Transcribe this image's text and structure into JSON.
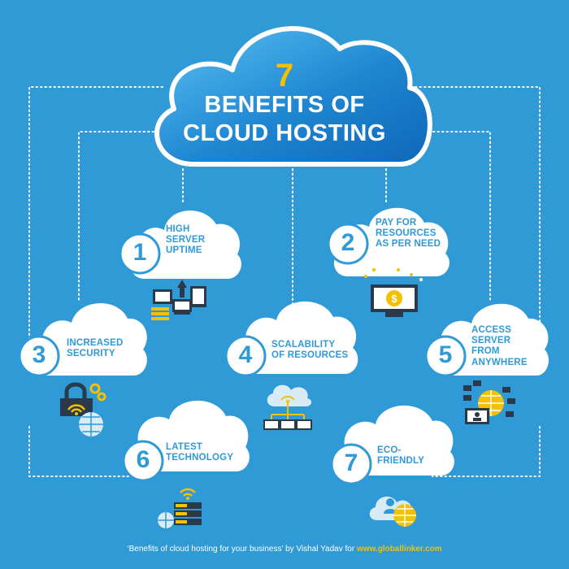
{
  "header": {
    "number": "7",
    "line1": "BENEFITS OF",
    "line2": "CLOUD HOSTING"
  },
  "benefits": [
    {
      "num": "1",
      "label": "HIGH\nSERVER\nUPTIME"
    },
    {
      "num": "2",
      "label": "PAY FOR\nRESOURCES\nAS PER NEED"
    },
    {
      "num": "3",
      "label": "INCREASED\nSECURITY"
    },
    {
      "num": "4",
      "label": "SCALABILITY\nOF RESOURCES"
    },
    {
      "num": "5",
      "label": "ACCESS\nSERVER\nFROM\nANYWHERE"
    },
    {
      "num": "6",
      "label": "LATEST\nTECHNOLOGY"
    },
    {
      "num": "7",
      "label": "ECO-\nFRIENDLY"
    }
  ],
  "icons": [
    "servers-devices-icon",
    "dollar-monitor-icon",
    "padlock-wifi-icon",
    "cloud-network-icon",
    "global-access-icon",
    "server-rack-wifi-icon",
    "eco-cloud-icon"
  ],
  "colors": {
    "background": "#2f9ad6",
    "cloud": "#ffffff",
    "number_circle": "#2f9ad6",
    "accent": "#f5c000",
    "icon_dark": "#2b3a4a"
  },
  "footer": {
    "prefix": "‘Benefits of cloud hosting for your business’ by Vishal Yadav for ",
    "link": "www.globallinker.com"
  }
}
